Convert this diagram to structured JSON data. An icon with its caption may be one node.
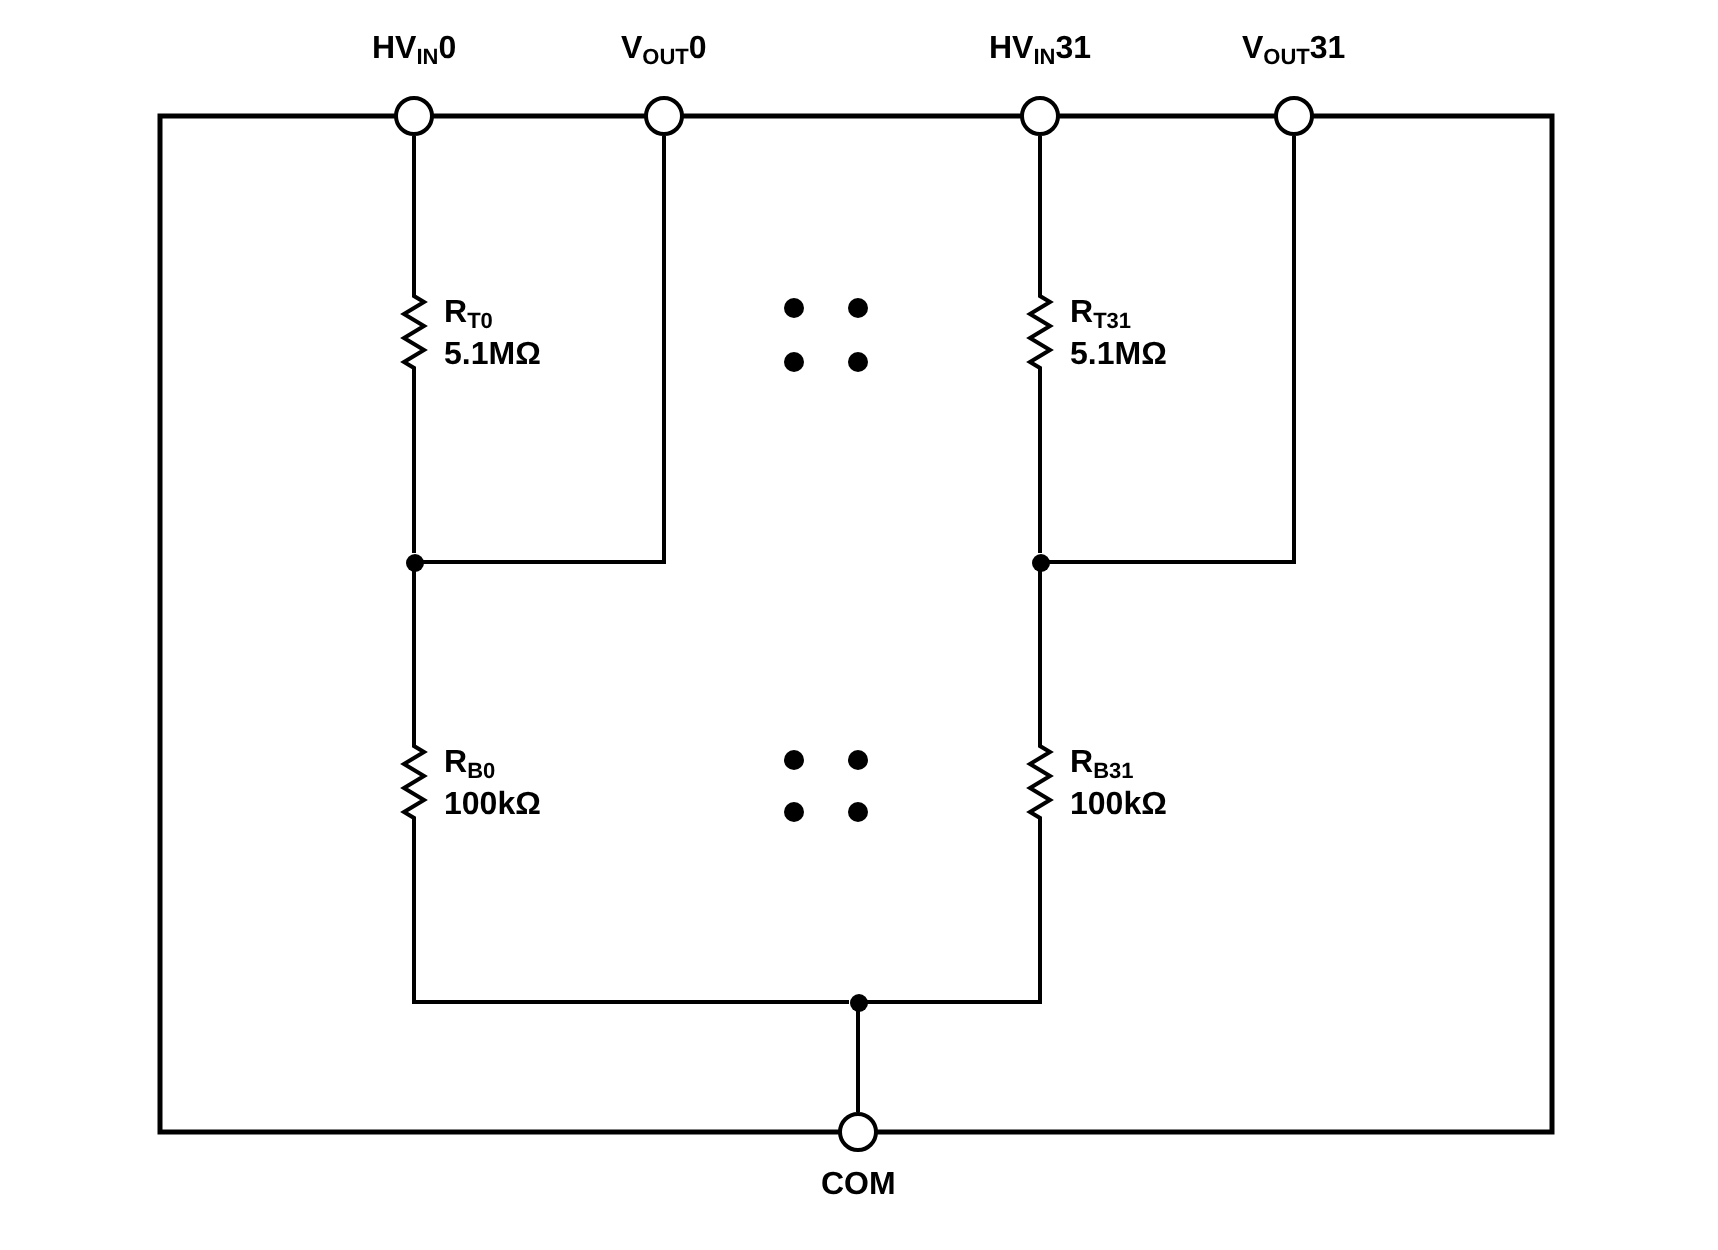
{
  "diagram": {
    "nodes": [
      {
        "text": [],
        "shape": "circle",
        "beside": [
          "HV$_{IN}$0"
        ]
      },
      {
        "text": [],
        "shape": "circle",
        "beside": [
          "V$_{OUT}$0"
        ]
      },
      {
        "text": [],
        "shape": "circle",
        "beside": [
          "HV$_{IN}$31"
        ]
      },
      {
        "text": [],
        "shape": "circle",
        "beside": [
          "V$_{OUT}$31"
        ]
      },
      {
        "text": [],
        "shape": "resistor",
        "beside": [
          "R$_{T0}$",
          "5.1MΩ"
        ]
      },
      {
        "text": [],
        "shape": "resistor",
        "beside": [
          "R$_{T31}$",
          "5.1MΩ"
        ]
      },
      {
        "text": [],
        "shape": "resistor",
        "beside": [
          "R$_{B0}$",
          "100kΩ"
        ]
      },
      {
        "text": [],
        "shape": "resistor",
        "beside": [
          "R$_{B31}$",
          "100kΩ"
        ]
      },
      {
        "text": [],
        "shape": "dot"
      },
      {
        "text": [],
        "shape": "dot"
      },
      {
        "text": [],
        "shape": "dot"
      },
      {
        "text": [],
        "shape": "circle",
        "beside": [
          "COM"
        ]
      }
    ],
    "edges": [
      {
        "from": 0,
        "to": 4,
        "arrow": "none"
      },
      {
        "from": 4,
        "to": 8,
        "arrow": "none"
      },
      {
        "from": 8,
        "to": 1,
        "arrow": "none"
      },
      {
        "from": 8,
        "to": 6,
        "arrow": "none"
      },
      {
        "from": 6,
        "to": 10,
        "arrow": "none"
      },
      {
        "from": 2,
        "to": 5,
        "arrow": "none"
      },
      {
        "from": 5,
        "to": 9,
        "arrow": "none"
      },
      {
        "from": 9,
        "to": 3,
        "arrow": "none"
      },
      {
        "from": 9,
        "to": 7,
        "arrow": "none"
      },
      {
        "from": 7,
        "to": 10,
        "arrow": "none"
      },
      {
        "from": 10,
        "to": 11,
        "arrow": "none"
      }
    ]
  }
}
